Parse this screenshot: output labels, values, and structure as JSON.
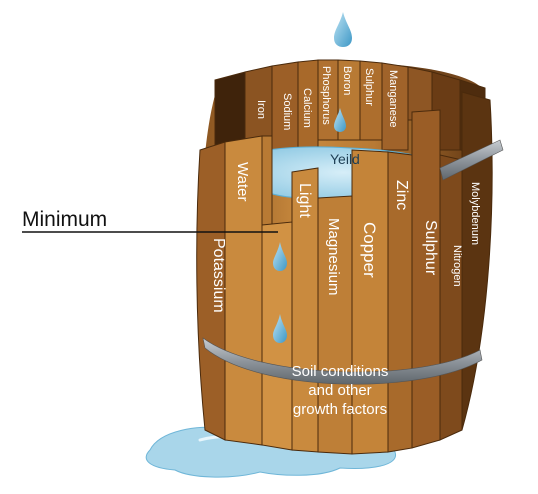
{
  "annotation": {
    "minimum_label": "Minimum"
  },
  "water": {
    "level_label": "Yeild"
  },
  "staves": {
    "iron": "Iron",
    "sodium": "Sodium",
    "calcium": "Calcium",
    "phosphorus": "Phosphorus",
    "boron": "Boron",
    "sulphur_top": "Sulphur",
    "manganese": "Manganese",
    "water": "Water",
    "light": "Light",
    "magnesium": "Magnesium",
    "copper": "Copper",
    "zinc": "Zinc",
    "sulphur": "Sulphur",
    "nitrogen": "Nitrogen",
    "molybdenum": "Molybdenum",
    "potassium": "Potassium"
  },
  "base": {
    "line1": "Soil conditions",
    "line2": "and other",
    "line3": "growth factors"
  },
  "colors": {
    "wood_light": "#C98A3E",
    "wood_mid": "#A8692A",
    "wood_dark": "#6B3E16",
    "hoop": "#8E959C",
    "water": "#8FC9E3",
    "water_dark": "#4EA3CE"
  }
}
